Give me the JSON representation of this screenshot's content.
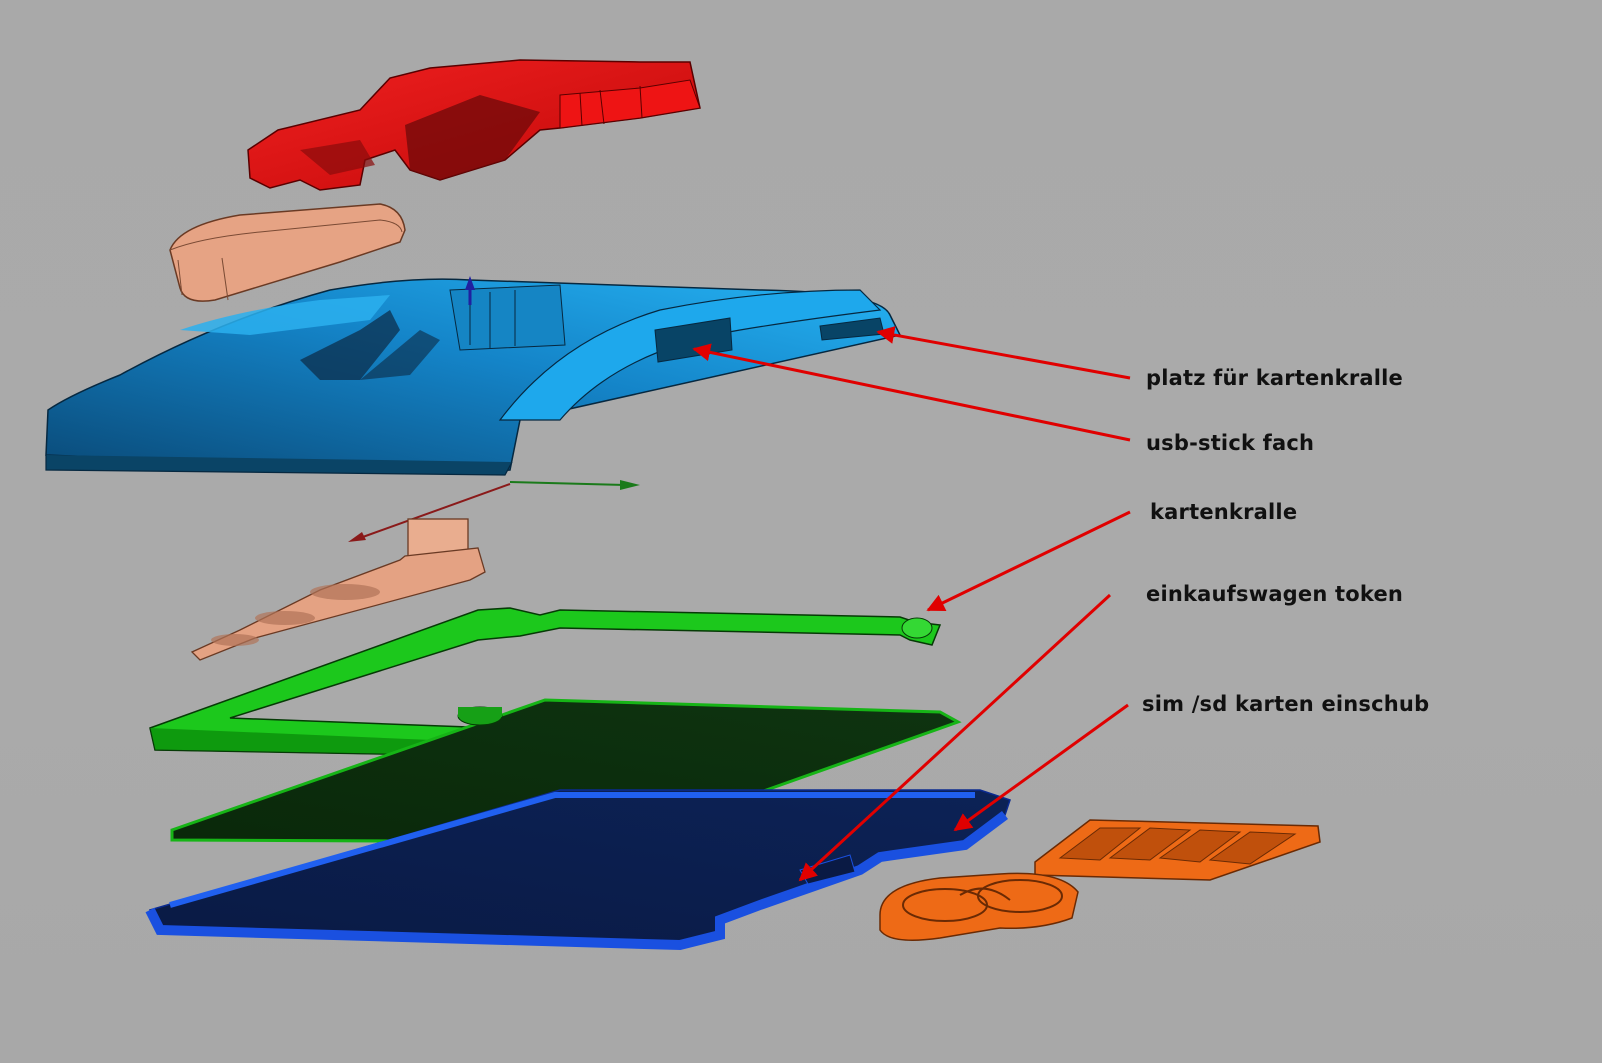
{
  "colors": {
    "background": "#aaaaaa",
    "arrow": "#e00000",
    "part_red": "#e41414",
    "part_peach": "#e9a989",
    "part_lightblue": "#1aa0e6",
    "part_green": "#16c416",
    "part_darkgreen": "#0c2e0c",
    "part_navy": "#0a1a4a",
    "part_blue": "#1447d0",
    "part_orange": "#ee6a16"
  },
  "annotations": [
    {
      "id": "platz",
      "label": "platz für kartenkralle"
    },
    {
      "id": "usb",
      "label": "usb-stick fach"
    },
    {
      "id": "kralle",
      "label": "kartenkralle"
    },
    {
      "id": "token",
      "label": "einkaufswagen token"
    },
    {
      "id": "sim",
      "label": "sim /sd karten einschub"
    }
  ]
}
